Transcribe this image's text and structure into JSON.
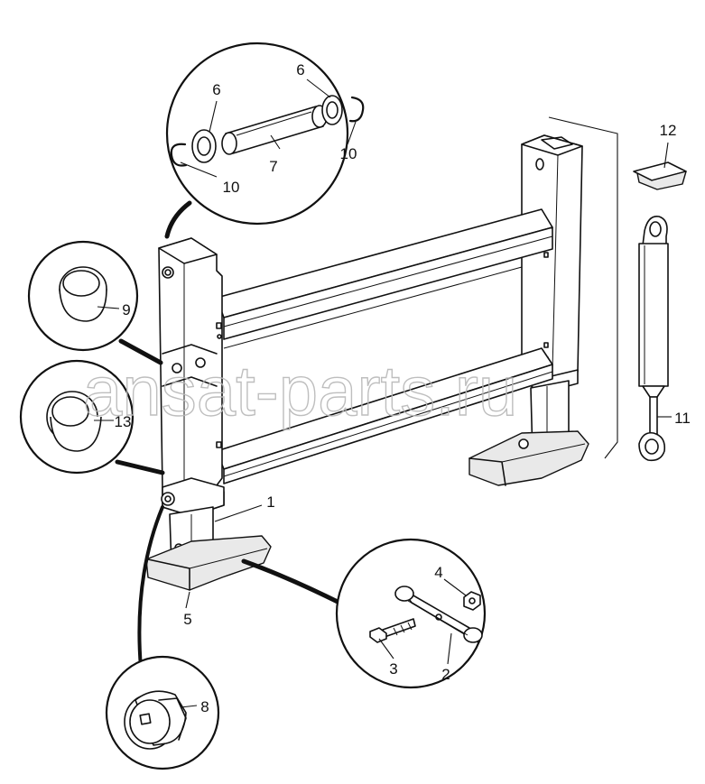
{
  "watermark": "ansat-parts.ru",
  "callouts": [
    {
      "id": "c1",
      "text": "1"
    },
    {
      "id": "c2",
      "text": "2"
    },
    {
      "id": "c3",
      "text": "3"
    },
    {
      "id": "c4",
      "text": "4"
    },
    {
      "id": "c5",
      "text": "5"
    },
    {
      "id": "c6a",
      "text": "6"
    },
    {
      "id": "c6b",
      "text": "6"
    },
    {
      "id": "c7",
      "text": "7"
    },
    {
      "id": "c8",
      "text": "8"
    },
    {
      "id": "c9",
      "text": "9"
    },
    {
      "id": "c10a",
      "text": "10"
    },
    {
      "id": "c10b",
      "text": "10"
    },
    {
      "id": "c11",
      "text": "11"
    },
    {
      "id": "c12",
      "text": "12"
    },
    {
      "id": "c13",
      "text": "13"
    }
  ]
}
